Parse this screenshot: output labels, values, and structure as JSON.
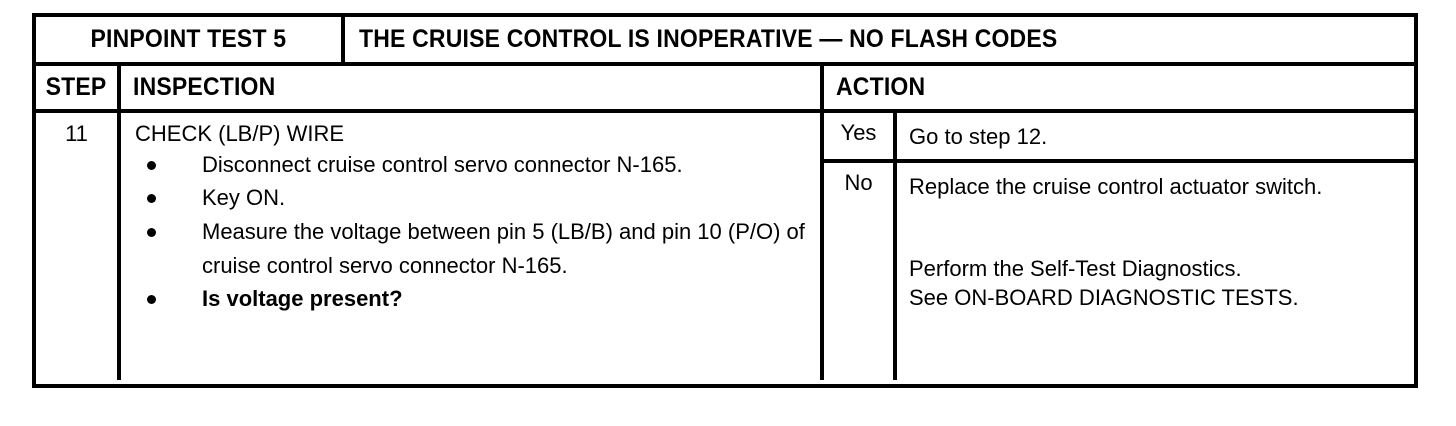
{
  "document": {
    "test_id": "PINPOINT TEST 5",
    "test_title": "THE CRUISE CONTROL IS INOPERATIVE — NO FLASH CODES"
  },
  "columns": {
    "step": "STEP",
    "inspection": "INSPECTION",
    "action": "ACTION"
  },
  "row": {
    "step_number": "11",
    "inspection": {
      "heading": "CHECK (LB/P) WIRE",
      "bullets": [
        {
          "text": "Disconnect cruise control servo connector N-165.",
          "bold": false
        },
        {
          "text": "Key ON.",
          "bold": false
        },
        {
          "text": "Measure the voltage between pin 5 (LB/B) and pin 10 (P/O) of cruise control servo connector N-165.",
          "bold": false
        },
        {
          "text": "Is voltage present?",
          "bold": true
        }
      ]
    },
    "results": [
      {
        "label": "Yes",
        "lines": [
          "Go to step 12."
        ]
      },
      {
        "label": "No",
        "lines": [
          "Replace the cruise control actuator switch.",
          "",
          "Perform the Self-Test Diagnostics.",
          "See ON-BOARD DIAGNOSTIC TESTS."
        ]
      }
    ]
  },
  "colors": {
    "ink": "#000000",
    "paper": "#ffffff"
  }
}
